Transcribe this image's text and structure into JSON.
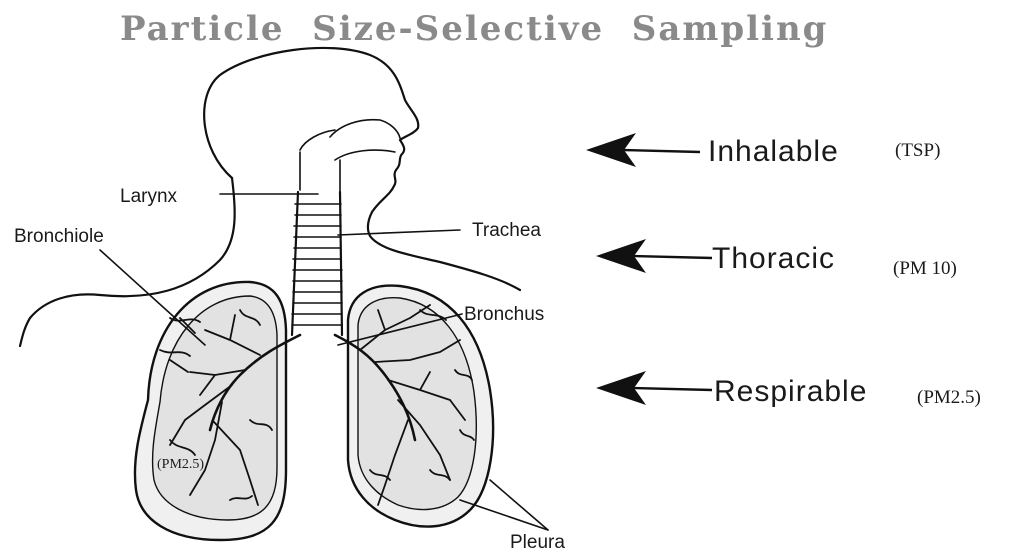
{
  "title": "Particle  Size-Selective  Sampling",
  "anatomy_labels": {
    "larynx": "Larynx",
    "bronchiole": "Bronchiole",
    "trachea": "Trachea",
    "bronchus": "Bronchus",
    "pleura": "Pleura",
    "lung_pm": "(PM2.5)"
  },
  "fractions": [
    {
      "name": "Inhalable",
      "pm": "(TSP)"
    },
    {
      "name": "Thoracic",
      "pm": "(PM 10)"
    },
    {
      "name": "Respirable",
      "pm": "(PM2.5)"
    }
  ]
}
